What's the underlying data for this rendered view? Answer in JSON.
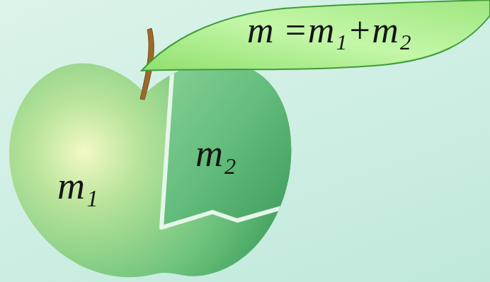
{
  "diagram": {
    "nodes": [
      {
        "text": [
          "m =m₁+m₂"
        ]
      },
      {
        "text": [
          "m₂"
        ]
      },
      {
        "text": [
          "m₁"
        ]
      }
    ]
  }
}
